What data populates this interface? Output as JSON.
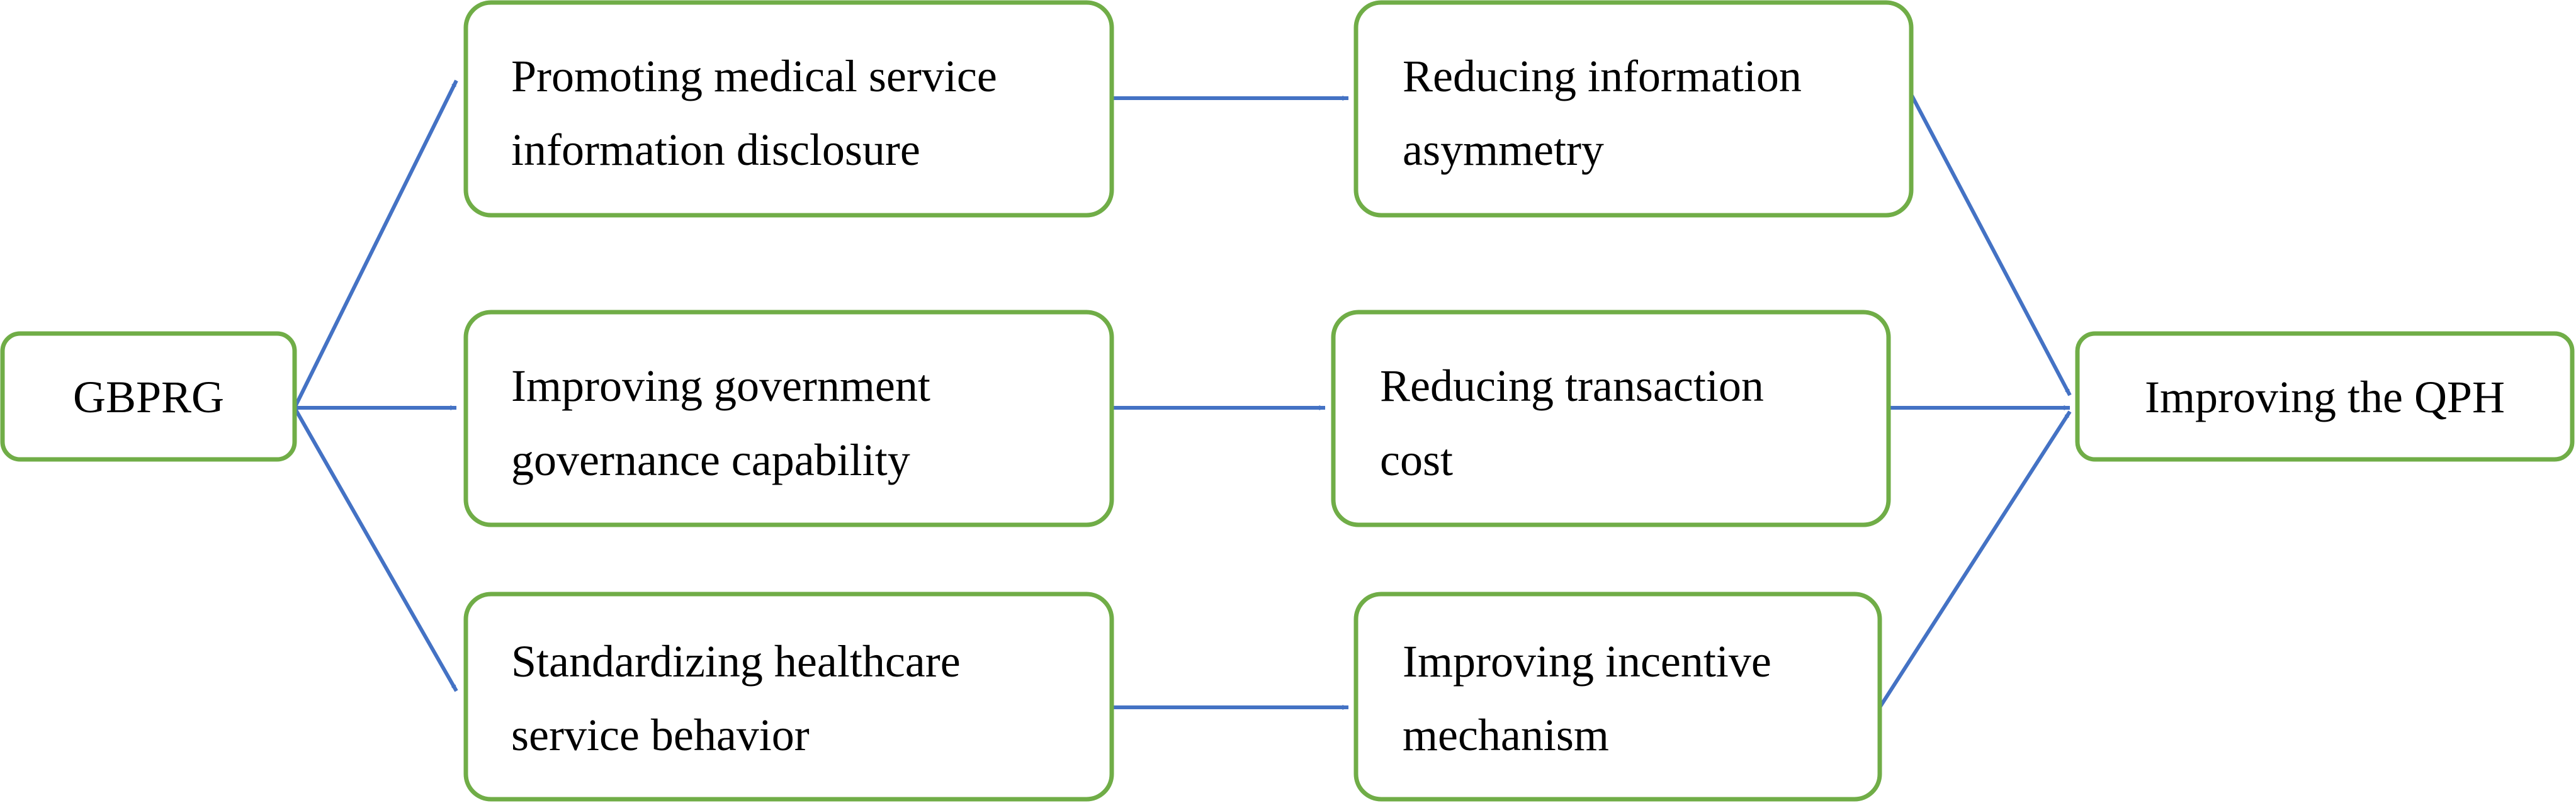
{
  "nodes": {
    "gbprg": {
      "lines": [
        "GBPRG"
      ]
    },
    "info_disclosure": {
      "lines": [
        "Promoting medical service",
        "information disclosure"
      ]
    },
    "governance": {
      "lines": [
        "Improving government",
        "governance capability"
      ]
    },
    "standardizing": {
      "lines": [
        "Standardizing healthcare",
        "service behavior"
      ]
    },
    "info_asymmetry": {
      "lines": [
        "Reducing information",
        "asymmetry"
      ]
    },
    "transaction_cost": {
      "lines": [
        "Reducing transaction",
        "cost"
      ]
    },
    "incentive": {
      "lines": [
        "Improving incentive",
        "mechanism"
      ]
    },
    "qph": {
      "lines": [
        "Improving the QPH"
      ]
    }
  },
  "edges": [
    {
      "from": "gbprg",
      "to": "info_disclosure"
    },
    {
      "from": "gbprg",
      "to": "governance"
    },
    {
      "from": "gbprg",
      "to": "standardizing"
    },
    {
      "from": "info_disclosure",
      "to": "info_asymmetry"
    },
    {
      "from": "governance",
      "to": "transaction_cost"
    },
    {
      "from": "standardizing",
      "to": "incentive"
    },
    {
      "from": "info_asymmetry",
      "to": "qph"
    },
    {
      "from": "transaction_cost",
      "to": "qph"
    },
    {
      "from": "incentive",
      "to": "qph"
    }
  ],
  "colors": {
    "box_border": "#70ad47",
    "arrow": "#4472c4",
    "text": "#000000"
  }
}
